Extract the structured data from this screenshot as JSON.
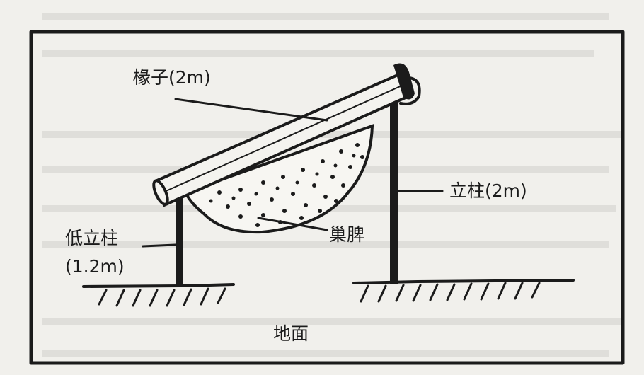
{
  "labels": {
    "rafter": "椽子(2m)",
    "post": "立柱(2m)",
    "short_post_line1": "低立柱",
    "short_post_line2": "(1.2m)",
    "comb": "巢脾",
    "ground": "地面"
  }
}
